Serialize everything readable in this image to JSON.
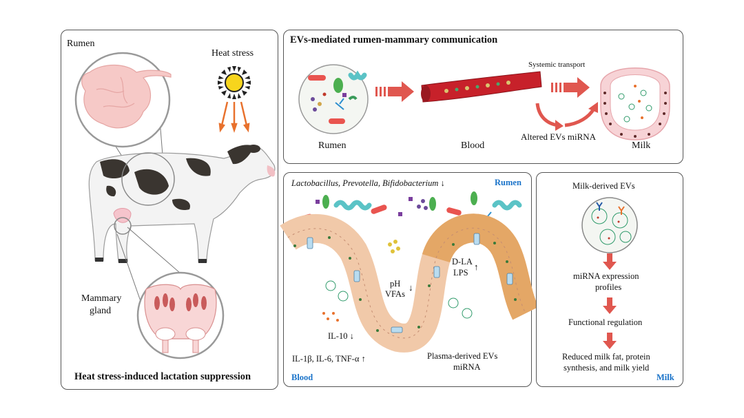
{
  "left_panel": {
    "rumen_label": "Rumen",
    "heat_stress_label": "Heat stress",
    "mammary_label_line1": "Mammary",
    "mammary_label_line2": "gland",
    "caption": "Heat stress-induced lactation suppression"
  },
  "top_panel": {
    "title": "EVs-mediated rumen-mammary communication",
    "systemic_transport": "Systemic transport",
    "rumen": "Rumen",
    "blood": "Blood",
    "altered_evs": "Altered EVs miRNA",
    "milk": "Milk"
  },
  "middle_panel": {
    "bacteria": "Lactobacillus, Prevotella, Bifidobacterium",
    "bacteria_arrow": "↓",
    "rumen_tag": "Rumen",
    "blood_tag": "Blood",
    "ph": "pH",
    "vfas": "VFAs",
    "ph_vfa_arrow": "↓",
    "dla": "D-LA",
    "lps": "LPS",
    "dla_lps_arrow": "↑",
    "il10": "IL-10",
    "il10_arrow": "↓",
    "cytokines": "IL-1β, IL-6, TNF-α",
    "cytokines_arrow": "↑",
    "plasma_line1": "Plasma-derived EVs",
    "plasma_line2": "miRNA"
  },
  "right_panel": {
    "title": "Milk-derived EVs",
    "step1_line1": "miRNA expression",
    "step1_line2": "profiles",
    "step2": "Functional regulation",
    "step3_line1": "Reduced milk fat, protein",
    "step3_line2": "synthesis, and milk yield",
    "milk_tag": "Milk"
  },
  "colors": {
    "tag_blue": "#1a73c9",
    "arrow_red": "#e0574f",
    "arrow_orange": "#e8712d",
    "villus_tan": "#f1c9a9",
    "villus_orange": "#e4a766",
    "cell_blue": "#b9dcf0"
  }
}
